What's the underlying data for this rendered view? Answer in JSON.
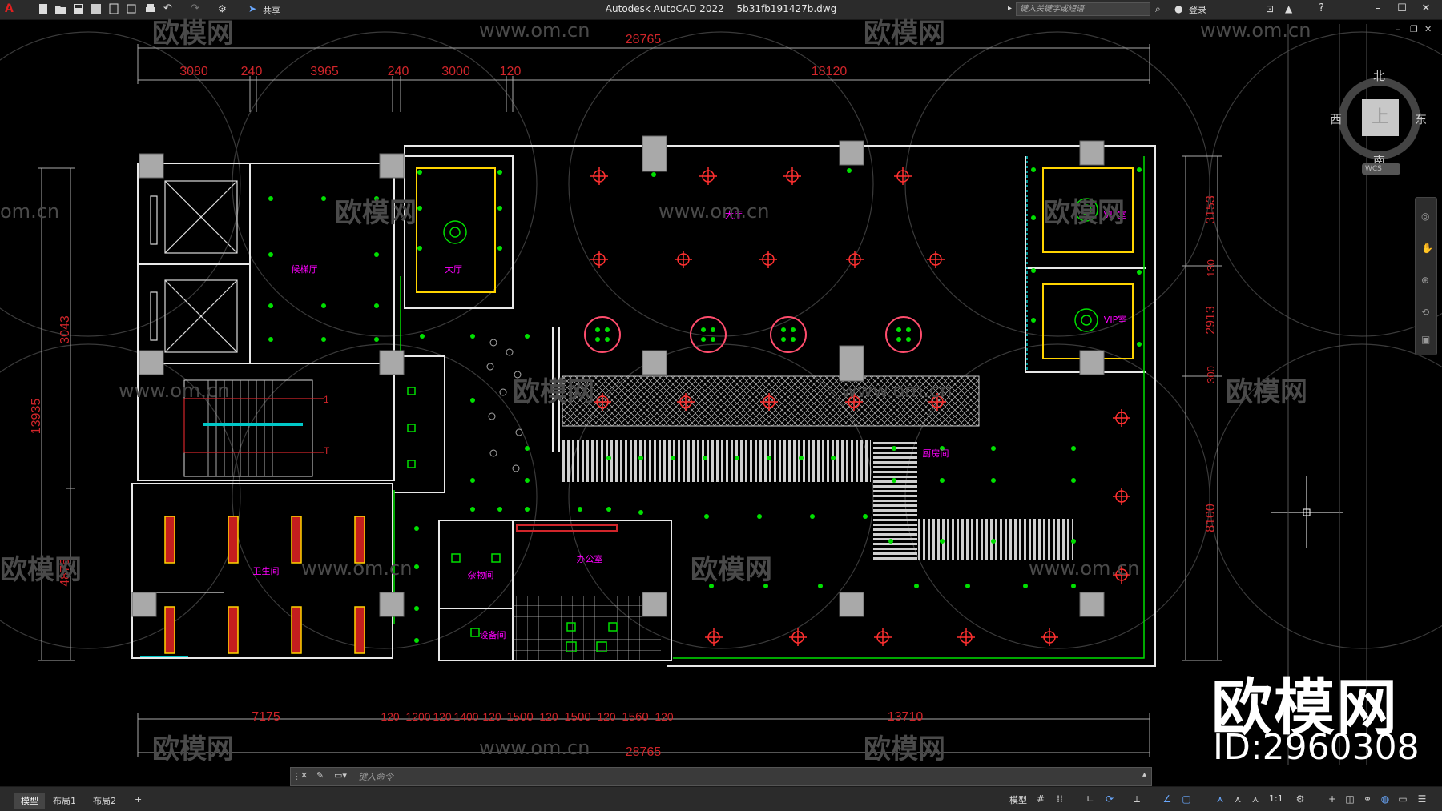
{
  "titlebar": {
    "app_name": "Autodesk AutoCAD 2022",
    "file_name": "5b31fb191427b.dwg",
    "share_label": "共享",
    "search_placeholder": "键入关键字或短语",
    "login_label": "登录"
  },
  "viewcube": {
    "north": "北",
    "south": "南",
    "west": "西",
    "east": "东",
    "top": "上",
    "wcs": "WCS"
  },
  "dimensions": {
    "top_total": "28765",
    "top_segments": [
      "3080",
      "240",
      "3965",
      "240",
      "3000",
      "120",
      "18120"
    ],
    "bottom_total": "28765",
    "bottom_segments": [
      "7175",
      "120",
      "1200",
      "120",
      "1400",
      "120",
      "1500",
      "120",
      "1500",
      "120",
      "1560",
      "120",
      "13710"
    ],
    "left_total": "13935",
    "left_segments": [
      "3043",
      "4875"
    ],
    "right_segments": [
      "3153",
      "130",
      "2913",
      "300",
      "8100"
    ]
  },
  "room_labels": {
    "toilet": "卫生间",
    "waiting": "候梯厅",
    "lobby": "大厅",
    "office": "办公室",
    "storage": "杂物间",
    "equipment": "设备间",
    "kitchen": "厨房间",
    "hall": "大厅",
    "vip1": "VIP室",
    "vip2": "VIP室"
  },
  "watermark": {
    "brand": "欧模网",
    "url": "www.om.cn",
    "url_short": "om.cn",
    "id": "ID:2960308"
  },
  "command": {
    "placeholder": "键入命令"
  },
  "statusbar": {
    "tabs": [
      "模型",
      "布局1",
      "布局2"
    ],
    "add_tab": "+",
    "model_label": "模型",
    "scale": "1:1"
  },
  "colors": {
    "dim_red": "#d0252a",
    "wall_white": "#ffffff",
    "green_line": "#00e000",
    "magenta": "#ff00ff",
    "yellow": "#ffd400",
    "column_gray": "#a9a9a9"
  }
}
